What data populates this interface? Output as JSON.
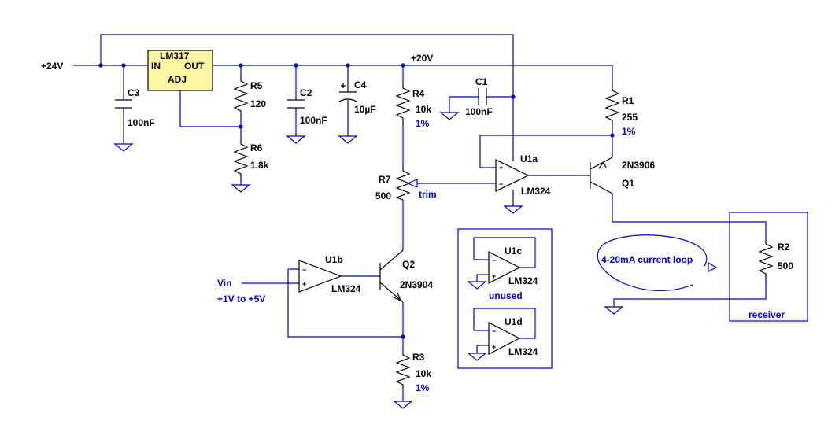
{
  "supply": {
    "in_label": "+24V",
    "rail_label": "+20V"
  },
  "regulator": {
    "ref": "LM317",
    "pin_in": "IN",
    "pin_out": "OUT",
    "pin_adj": "ADJ",
    "fill": "#fef6a4"
  },
  "components": {
    "C3": {
      "ref": "C3",
      "value": "100nF"
    },
    "R5": {
      "ref": "R5",
      "value": "120"
    },
    "R6": {
      "ref": "R6",
      "value": "1.8k"
    },
    "C2": {
      "ref": "C2",
      "value": "100nF"
    },
    "C4": {
      "ref": "C4",
      "value": "10µF"
    },
    "R4": {
      "ref": "R4",
      "value": "10k",
      "tol": "1%"
    },
    "C1": {
      "ref": "C1",
      "value": "100nF"
    },
    "R1": {
      "ref": "R1",
      "value": "255",
      "tol": "1%"
    },
    "R7": {
      "ref": "R7",
      "value": "500",
      "note": "trim"
    },
    "U1a": {
      "ref": "U1a",
      "value": "LM324"
    },
    "Q1": {
      "ref": "Q1",
      "value": "2N3906"
    },
    "U1b": {
      "ref": "U1b",
      "value": "LM324"
    },
    "Q2": {
      "ref": "Q2",
      "value": "2N3904"
    },
    "R3": {
      "ref": "R3",
      "value": "10k",
      "tol": "1%"
    },
    "U1c": {
      "ref": "U1c",
      "value": "LM324"
    },
    "U1d": {
      "ref": "U1d",
      "value": "LM324"
    },
    "R2": {
      "ref": "R2",
      "value": "500"
    }
  },
  "input": {
    "name": "Vin",
    "range": "+1V to +5V"
  },
  "unused_box": {
    "label": "unused"
  },
  "receiver_box": {
    "label": "receiver"
  },
  "loop": {
    "label": "4-20mA current loop"
  },
  "opamp_pins": {
    "plus": "+",
    "minus": "−"
  },
  "colors": {
    "wire": "#0000cc",
    "component": "#000000",
    "background": "#ffffff"
  }
}
